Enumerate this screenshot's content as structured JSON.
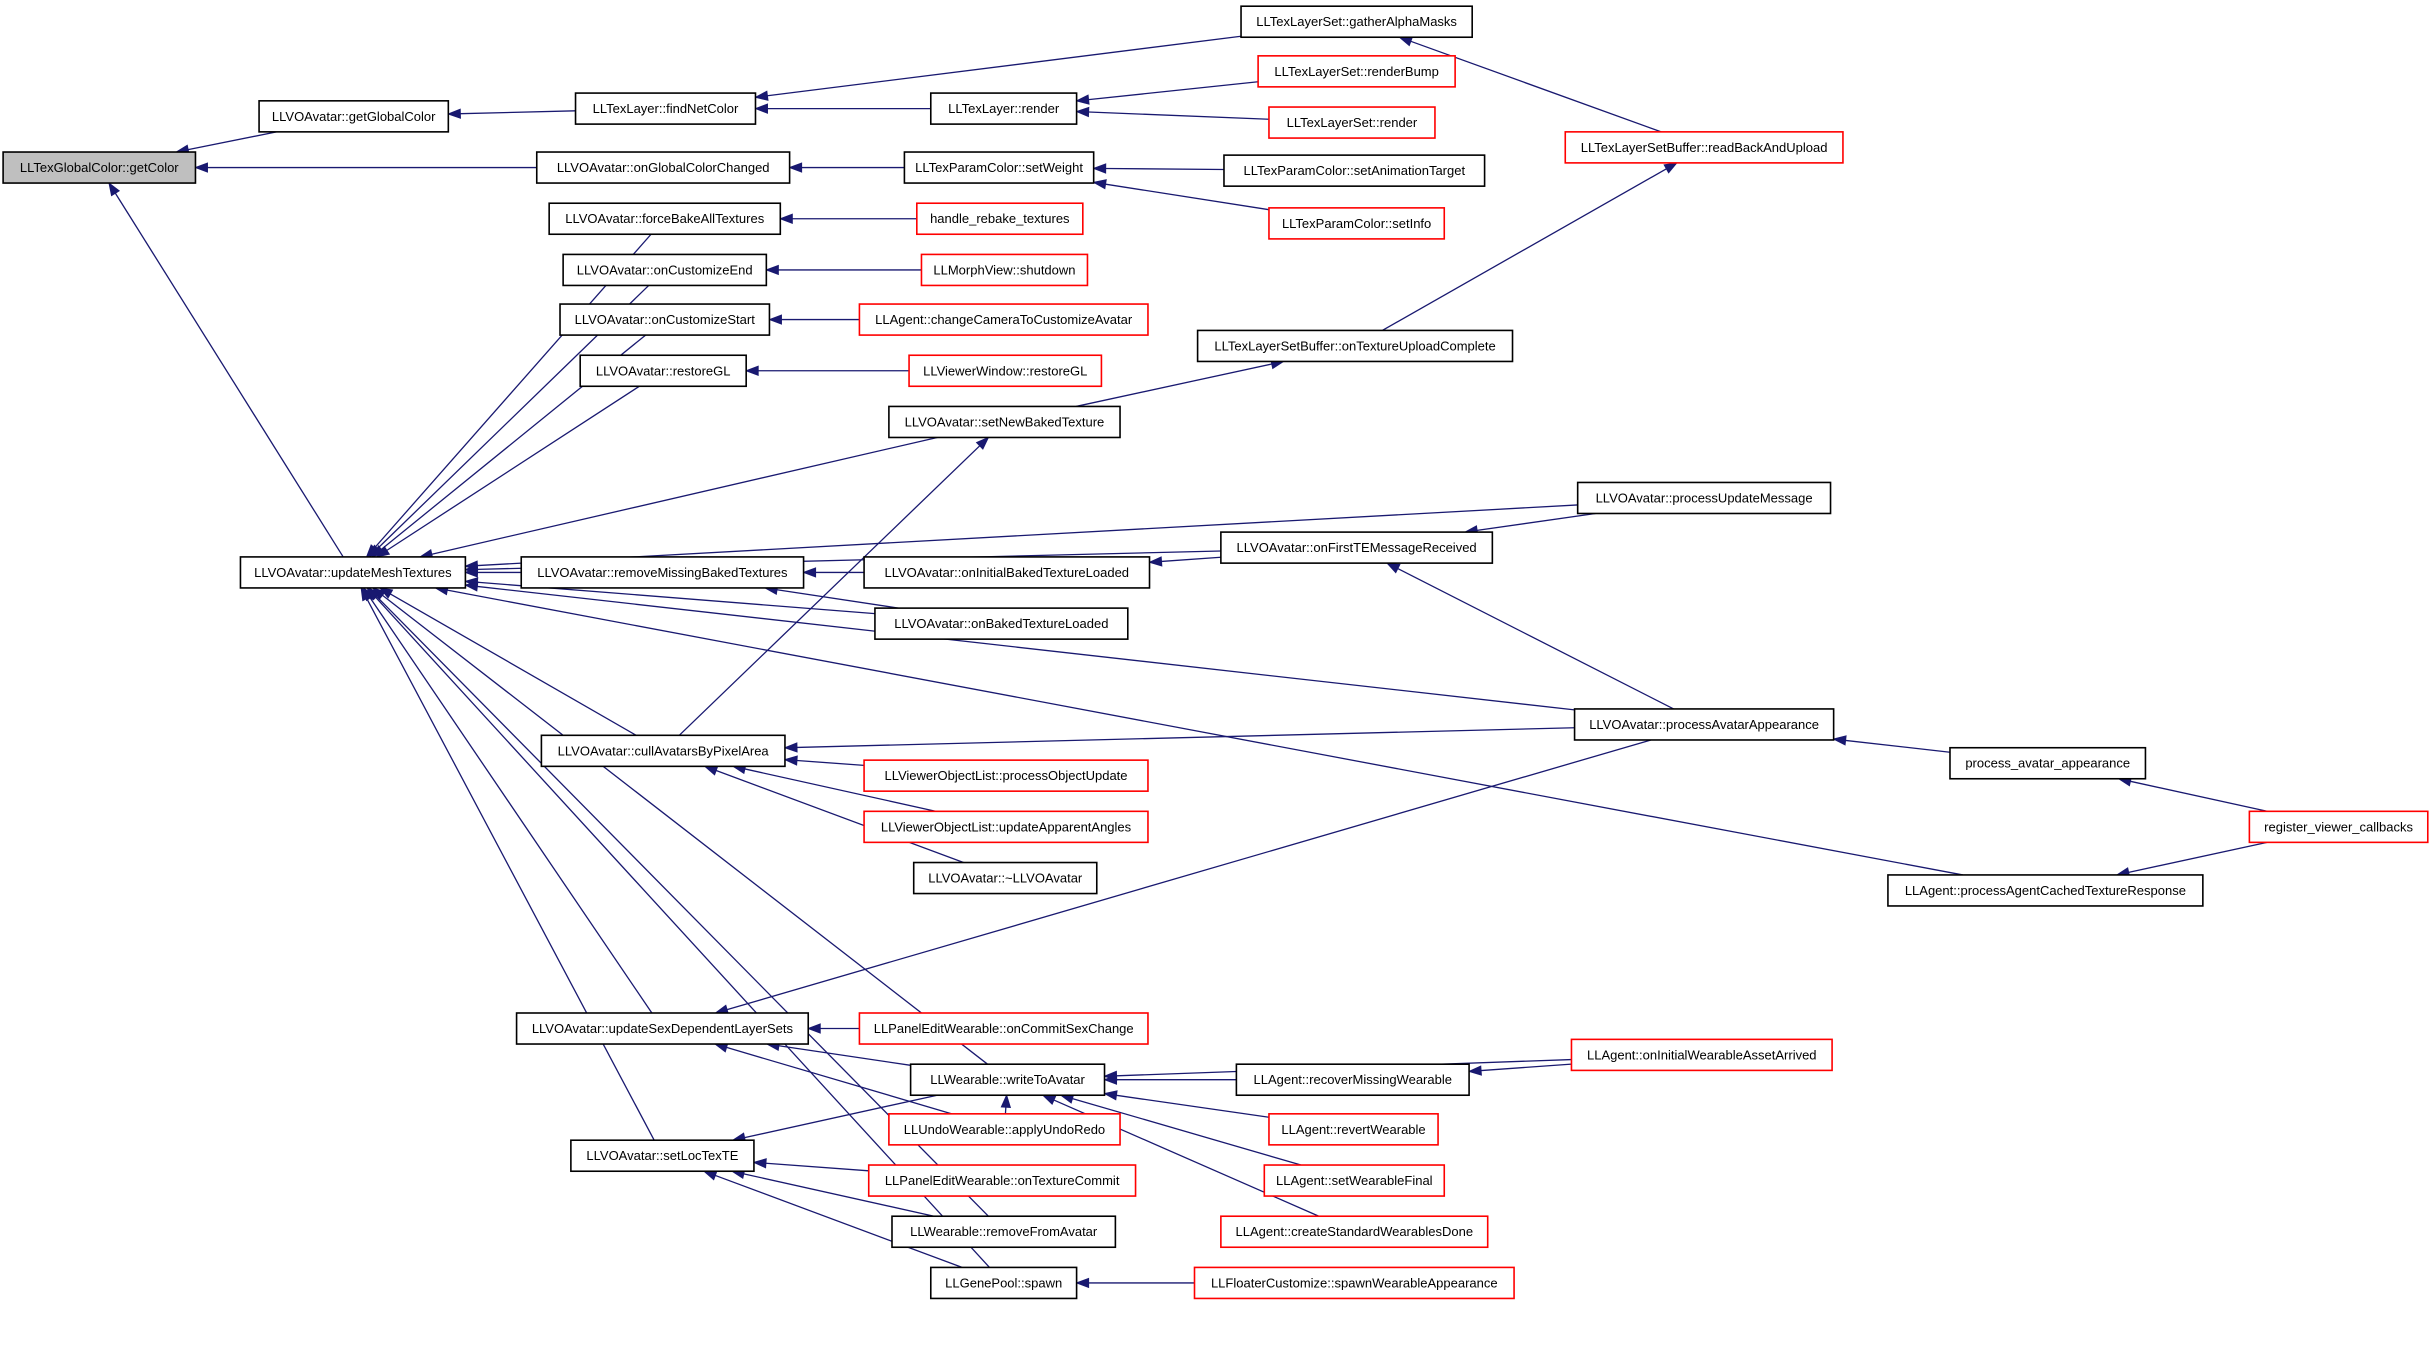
{
  "graph": {
    "colors": {
      "edge": "#191970",
      "border_default": "#000000",
      "border_external": "#ff0000",
      "root_fill": "#bfbfbf"
    },
    "nodes": [
      {
        "id": "getColor",
        "label": "LLTexGlobalColor::getColor",
        "style": "root"
      },
      {
        "id": "getGlobalColor",
        "label": "LLVOAvatar::getGlobalColor",
        "style": "black"
      },
      {
        "id": "findNetColor",
        "label": "LLTexLayer::findNetColor",
        "style": "black"
      },
      {
        "id": "gatherAlphaMasks",
        "label": "LLTexLayerSet::gatherAlphaMasks",
        "style": "black"
      },
      {
        "id": "layerRender",
        "label": "LLTexLayer::render",
        "style": "black"
      },
      {
        "id": "renderBump",
        "label": "LLTexLayerSet::renderBump",
        "style": "red"
      },
      {
        "id": "layerSetRender",
        "label": "LLTexLayerSet::render",
        "style": "red"
      },
      {
        "id": "readBackAndUpload",
        "label": "LLTexLayerSetBuffer::readBackAndUpload",
        "style": "red"
      },
      {
        "id": "onGlobalColorChanged",
        "label": "LLVOAvatar::onGlobalColorChanged",
        "style": "black"
      },
      {
        "id": "setWeight",
        "label": "LLTexParamColor::setWeight",
        "style": "black"
      },
      {
        "id": "setAnimationTarget",
        "label": "LLTexParamColor::setAnimationTarget",
        "style": "black"
      },
      {
        "id": "setInfo",
        "label": "LLTexParamColor::setInfo",
        "style": "red"
      },
      {
        "id": "forceBakeAllTextures",
        "label": "LLVOAvatar::forceBakeAllTextures",
        "style": "black"
      },
      {
        "id": "handleRebake",
        "label": "handle_rebake_textures",
        "style": "red"
      },
      {
        "id": "onCustomizeEnd",
        "label": "LLVOAvatar::onCustomizeEnd",
        "style": "black"
      },
      {
        "id": "morphShutdown",
        "label": "LLMorphView::shutdown",
        "style": "red"
      },
      {
        "id": "onCustomizeStart",
        "label": "LLVOAvatar::onCustomizeStart",
        "style": "black"
      },
      {
        "id": "changeCamera",
        "label": "LLAgent::changeCameraToCustomizeAvatar",
        "style": "red"
      },
      {
        "id": "restoreGL",
        "label": "LLVOAvatar::restoreGL",
        "style": "black"
      },
      {
        "id": "viewerRestoreGL",
        "label": "LLViewerWindow::restoreGL",
        "style": "red"
      },
      {
        "id": "onTextureUploadComplete",
        "label": "LLTexLayerSetBuffer::onTextureUploadComplete",
        "style": "black"
      },
      {
        "id": "setNewBakedTexture",
        "label": "LLVOAvatar::setNewBakedTexture",
        "style": "black"
      },
      {
        "id": "processUpdateMessage",
        "label": "LLVOAvatar::processUpdateMessage",
        "style": "black"
      },
      {
        "id": "onFirstTEMessageReceived",
        "label": "LLVOAvatar::onFirstTEMessageReceived",
        "style": "black"
      },
      {
        "id": "updateMeshTextures",
        "label": "LLVOAvatar::updateMeshTextures",
        "style": "black"
      },
      {
        "id": "removeMissingBakedTextures",
        "label": "LLVOAvatar::removeMissingBakedTextures",
        "style": "black"
      },
      {
        "id": "onInitialBakedTextureLoaded",
        "label": "LLVOAvatar::onInitialBakedTextureLoaded",
        "style": "black"
      },
      {
        "id": "onBakedTextureLoaded",
        "label": "LLVOAvatar::onBakedTextureLoaded",
        "style": "black"
      },
      {
        "id": "processAvatarAppearance",
        "label": "LLVOAvatar::processAvatarAppearance",
        "style": "black"
      },
      {
        "id": "cullAvatarsByPixelArea",
        "label": "LLVOAvatar::cullAvatarsByPixelArea",
        "style": "black"
      },
      {
        "id": "processAvatarAppearanceFn",
        "label": "process_avatar_appearance",
        "style": "black"
      },
      {
        "id": "processObjectUpdate",
        "label": "LLViewerObjectList::processObjectUpdate",
        "style": "red"
      },
      {
        "id": "registerViewerCallbacks",
        "label": "register_viewer_callbacks",
        "style": "red"
      },
      {
        "id": "updateApparentAngles",
        "label": "LLViewerObjectList::updateApparentAngles",
        "style": "red"
      },
      {
        "id": "destructor",
        "label": "LLVOAvatar::~LLVOAvatar",
        "style": "black"
      },
      {
        "id": "processAgentCachedTextureResponse",
        "label": "LLAgent::processAgentCachedTextureResponse",
        "style": "black"
      },
      {
        "id": "updateSexDependentLayerSets",
        "label": "LLVOAvatar::updateSexDependentLayerSets",
        "style": "black"
      },
      {
        "id": "onCommitSexChange",
        "label": "LLPanelEditWearable::onCommitSexChange",
        "style": "red"
      },
      {
        "id": "onInitialWearableAssetArrived",
        "label": "LLAgent::onInitialWearableAssetArrived",
        "style": "red"
      },
      {
        "id": "writeToAvatar",
        "label": "LLWearable::writeToAvatar",
        "style": "black"
      },
      {
        "id": "recoverMissingWearable",
        "label": "LLAgent::recoverMissingWearable",
        "style": "black"
      },
      {
        "id": "applyUndoRedo",
        "label": "LLUndoWearable::applyUndoRedo",
        "style": "red"
      },
      {
        "id": "revertWearable",
        "label": "LLAgent::revertWearable",
        "style": "red"
      },
      {
        "id": "setLocTexTE",
        "label": "LLVOAvatar::setLocTexTE",
        "style": "black"
      },
      {
        "id": "onTextureCommit",
        "label": "LLPanelEditWearable::onTextureCommit",
        "style": "red"
      },
      {
        "id": "setWearableFinal",
        "label": "LLAgent::setWearableFinal",
        "style": "red"
      },
      {
        "id": "removeFromAvatar",
        "label": "LLWearable::removeFromAvatar",
        "style": "black"
      },
      {
        "id": "createStandardWearablesDone",
        "label": "LLAgent::createStandardWearablesDone",
        "style": "red"
      },
      {
        "id": "genePoolSpawn",
        "label": "LLGenePool::spawn",
        "style": "black"
      },
      {
        "id": "spawnWearableAppearance",
        "label": "LLFloaterCustomize::spawnWearableAppearance",
        "style": "red"
      }
    ],
    "edges": [
      [
        "getGlobalColor",
        "getColor"
      ],
      [
        "onGlobalColorChanged",
        "getColor"
      ],
      [
        "updateMeshTextures",
        "getColor"
      ],
      [
        "findNetColor",
        "getGlobalColor"
      ],
      [
        "gatherAlphaMasks",
        "findNetColor"
      ],
      [
        "layerRender",
        "findNetColor"
      ],
      [
        "readBackAndUpload",
        "gatherAlphaMasks"
      ],
      [
        "renderBump",
        "layerRender"
      ],
      [
        "layerSetRender",
        "layerRender"
      ],
      [
        "onTextureUploadComplete",
        "readBackAndUpload"
      ],
      [
        "setWeight",
        "onGlobalColorChanged"
      ],
      [
        "setAnimationTarget",
        "setWeight"
      ],
      [
        "setInfo",
        "setWeight"
      ],
      [
        "handleRebake",
        "forceBakeAllTextures"
      ],
      [
        "morphShutdown",
        "onCustomizeEnd"
      ],
      [
        "changeCamera",
        "onCustomizeStart"
      ],
      [
        "viewerRestoreGL",
        "restoreGL"
      ],
      [
        "setNewBakedTexture",
        "onTextureUploadComplete"
      ],
      [
        "forceBakeAllTextures",
        "updateMeshTextures"
      ],
      [
        "onCustomizeEnd",
        "updateMeshTextures"
      ],
      [
        "onCustomizeStart",
        "updateMeshTextures"
      ],
      [
        "restoreGL",
        "updateMeshTextures"
      ],
      [
        "setNewBakedTexture",
        "updateMeshTextures"
      ],
      [
        "processUpdateMessage",
        "updateMeshTextures"
      ],
      [
        "onFirstTEMessageReceived",
        "updateMeshTextures"
      ],
      [
        "removeMissingBakedTextures",
        "updateMeshTextures"
      ],
      [
        "onBakedTextureLoaded",
        "updateMeshTextures"
      ],
      [
        "processAvatarAppearance",
        "updateMeshTextures"
      ],
      [
        "cullAvatarsByPixelArea",
        "updateMeshTextures"
      ],
      [
        "processAgentCachedTextureResponse",
        "updateMeshTextures"
      ],
      [
        "updateSexDependentLayerSets",
        "updateMeshTextures"
      ],
      [
        "setLocTexTE",
        "updateMeshTextures"
      ],
      [
        "writeToAvatar",
        "updateMeshTextures"
      ],
      [
        "removeFromAvatar",
        "updateMeshTextures"
      ],
      [
        "genePoolSpawn",
        "updateMeshTextures"
      ],
      [
        "processUpdateMessage",
        "onFirstTEMessageReceived"
      ],
      [
        "processAvatarAppearance",
        "onFirstTEMessageReceived"
      ],
      [
        "onInitialBakedTextureLoaded",
        "removeMissingBakedTextures"
      ],
      [
        "onBakedTextureLoaded",
        "removeMissingBakedTextures"
      ],
      [
        "onFirstTEMessageReceived",
        "onInitialBakedTextureLoaded"
      ],
      [
        "cullAvatarsByPixelArea",
        "setNewBakedTexture"
      ],
      [
        "processAvatarAppearance",
        "cullAvatarsByPixelArea"
      ],
      [
        "processObjectUpdate",
        "cullAvatarsByPixelArea"
      ],
      [
        "updateApparentAngles",
        "cullAvatarsByPixelArea"
      ],
      [
        "destructor",
        "cullAvatarsByPixelArea"
      ],
      [
        "processAvatarAppearanceFn",
        "processAvatarAppearance"
      ],
      [
        "registerViewerCallbacks",
        "processAvatarAppearanceFn"
      ],
      [
        "registerViewerCallbacks",
        "processAgentCachedTextureResponse"
      ],
      [
        "processAvatarAppearance",
        "updateSexDependentLayerSets"
      ],
      [
        "onCommitSexChange",
        "updateSexDependentLayerSets"
      ],
      [
        "writeToAvatar",
        "updateSexDependentLayerSets"
      ],
      [
        "applyUndoRedo",
        "updateSexDependentLayerSets"
      ],
      [
        "recoverMissingWearable",
        "writeToAvatar"
      ],
      [
        "onInitialWearableAssetArrived",
        "writeToAvatar"
      ],
      [
        "revertWearable",
        "writeToAvatar"
      ],
      [
        "setWearableFinal",
        "writeToAvatar"
      ],
      [
        "createStandardWearablesDone",
        "writeToAvatar"
      ],
      [
        "applyUndoRedo",
        "writeToAvatar"
      ],
      [
        "onInitialWearableAssetArrived",
        "recoverMissingWearable"
      ],
      [
        "writeToAvatar",
        "setLocTexTE"
      ],
      [
        "onTextureCommit",
        "setLocTexTE"
      ],
      [
        "removeFromAvatar",
        "setLocTexTE"
      ],
      [
        "genePoolSpawn",
        "setLocTexTE"
      ],
      [
        "spawnWearableAppearance",
        "genePoolSpawn"
      ]
    ]
  }
}
